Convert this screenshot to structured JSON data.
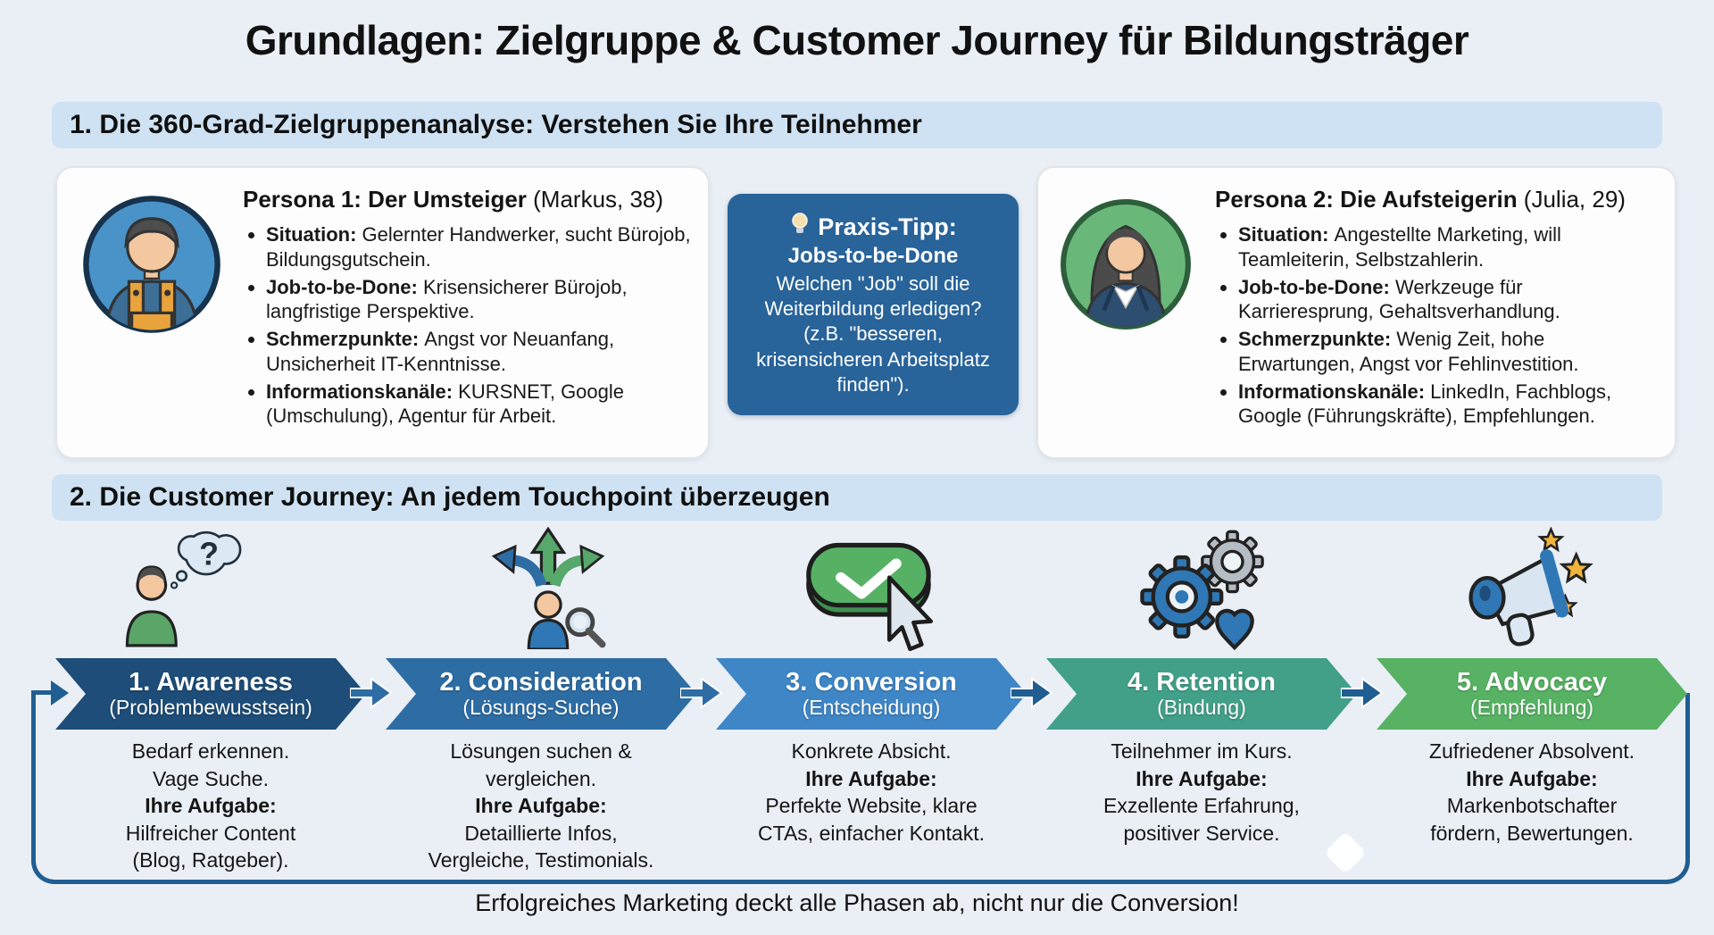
{
  "title": "Grundlagen: Zielgruppe & Customer Journey für Bildungsträger",
  "colors": {
    "page_bg": "#eaeff6",
    "section_bar": "#cfe2f3",
    "loop_line": "#205e92",
    "connector_arrow": "#2e6da4"
  },
  "section1": {
    "heading": "1. Die 360-Grad-Zielgruppenanalyse: Verstehen Sie Ihre Teilnehmer"
  },
  "section2": {
    "heading": "2. Die Customer Journey: An jedem Touchpoint überzeugen"
  },
  "personas": [
    {
      "name": "Persona 1: Der Umsteiger",
      "meta": " (Markus, 38)",
      "avatar": "male-craftsman-avatar",
      "bullets": [
        {
          "label": "Situation:",
          "text": "Gelernter Handwerker, sucht Bürojob, Bildungsgutschein."
        },
        {
          "label": "Job-to-be-Done:",
          "text": "Krisensicherer Bürojob, langfristige Perspektive."
        },
        {
          "label": "Schmerzpunkte:",
          "text": "Angst vor Neuanfang, Unsicherheit IT-Kenntnisse."
        },
        {
          "label": "Informationskanäle:",
          "text": "KURSNET, Google (Umschulung), Agentur für Arbeit."
        }
      ]
    },
    {
      "name": "Persona 2: Die Aufsteigerin",
      "meta": " (Julia, 29)",
      "avatar": "female-professional-avatar",
      "bullets": [
        {
          "label": "Situation:",
          "text": "Angestellte Marketing, will Teamleiterin, Selbstzahlerin."
        },
        {
          "label": "Job-to-be-Done:",
          "text": "Werkzeuge für Karrieresprung, Gehaltsverhandlung."
        },
        {
          "label": "Schmerzpunkte:",
          "text": "Wenig Zeit, hohe Erwartungen, Angst vor Fehlinvestition."
        },
        {
          "label": "Informationskanäle:",
          "text": "LinkedIn, Fachblogs, Google (Führungskräfte), Empfehlungen."
        }
      ]
    }
  ],
  "tip": {
    "icon": "lightbulb-icon",
    "title": "Praxis-Tipp:",
    "subtitle": "Jobs-to-be-Done",
    "body": "Welchen \"Job\" soll die Weiterbildung erledigen? (z.B. \"besseren, krisensicheren Arbeitsplatz finden\").",
    "background": "#28639a"
  },
  "journey": {
    "stages": [
      {
        "name": "1. Awareness",
        "subtitle": "(Problembewusstsein)",
        "color": "#1d4d78",
        "icon": "thinking-person-icon",
        "lines": [
          {
            "text": "Bedarf erkennen.",
            "bold": false
          },
          {
            "text": "Vage Suche.",
            "bold": false
          },
          {
            "text": "Ihre Aufgabe:",
            "bold": true
          },
          {
            "text": "Hilfreicher Content",
            "bold": false
          },
          {
            "text": "(Blog, Ratgeber).",
            "bold": false
          }
        ]
      },
      {
        "name": "2. Consideration",
        "subtitle": "(Lösungs-Suche)",
        "color": "#2e6da4",
        "icon": "branching-arrows-icon",
        "lines": [
          {
            "text": "Lösungen suchen &",
            "bold": false
          },
          {
            "text": "vergleichen.",
            "bold": false
          },
          {
            "text": "Ihre Aufgabe:",
            "bold": true
          },
          {
            "text": "Detaillierte Infos,",
            "bold": false
          },
          {
            "text": "Vergleiche, Testimonials.",
            "bold": false
          }
        ]
      },
      {
        "name": "3. Conversion",
        "subtitle": "(Entscheidung)",
        "color": "#3f86c6",
        "icon": "confirm-button-icon",
        "lines": [
          {
            "text": "Konkrete Absicht.",
            "bold": false
          },
          {
            "text": "Ihre Aufgabe:",
            "bold": true
          },
          {
            "text": "Perfekte Website, klare",
            "bold": false
          },
          {
            "text": "CTAs, einfacher Kontakt.",
            "bold": false
          }
        ]
      },
      {
        "name": "4. Retention",
        "subtitle": "(Bindung)",
        "color": "#42a089",
        "icon": "gears-heart-icon",
        "lines": [
          {
            "text": "Teilnehmer im Kurs.",
            "bold": false
          },
          {
            "text": "Ihre Aufgabe:",
            "bold": true
          },
          {
            "text": "Exzellente Erfahrung,",
            "bold": false
          },
          {
            "text": "positiver Service.",
            "bold": false
          }
        ]
      },
      {
        "name": "5. Advocacy",
        "subtitle": "(Empfehlung)",
        "color": "#57b264",
        "icon": "megaphone-stars-icon",
        "lines": [
          {
            "text": "Zufriedener Absolvent.",
            "bold": false
          },
          {
            "text": "Ihre Aufgabe:",
            "bold": true
          },
          {
            "text": "Markenbotschafter",
            "bold": false
          },
          {
            "text": "fördern, Bewertungen.",
            "bold": false
          }
        ]
      }
    ]
  },
  "footer": "Erfolgreiches Marketing deckt alle Phasen ab, nicht nur die Conversion!"
}
